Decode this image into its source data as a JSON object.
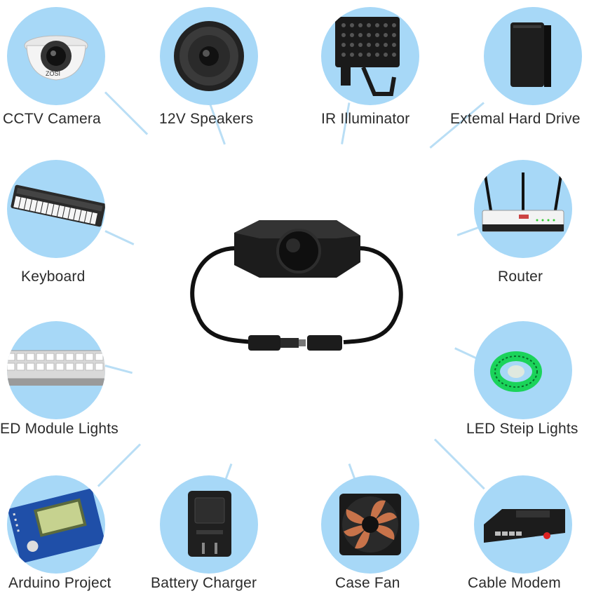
{
  "devices": [
    {
      "id": "cctv",
      "label": "CCTV Camera",
      "icon": "cctv-camera-icon"
    },
    {
      "id": "speakers",
      "label": "12V Speakers",
      "icon": "speaker-icon"
    },
    {
      "id": "ir",
      "label": "IR Illuminator",
      "icon": "ir-illuminator-icon"
    },
    {
      "id": "hdd",
      "label": "Extemal Hard Drive",
      "icon": "hard-drive-icon"
    },
    {
      "id": "keyboard",
      "label": "Keyboard",
      "icon": "keyboard-icon"
    },
    {
      "id": "router",
      "label": "Router",
      "icon": "router-icon"
    },
    {
      "id": "ledmodule",
      "label": "ED Module Lights",
      "icon": "led-module-icon"
    },
    {
      "id": "ledstrip",
      "label": "LED Steip Lights",
      "icon": "led-strip-icon"
    },
    {
      "id": "arduino",
      "label": "Arduino Project",
      "icon": "arduino-icon"
    },
    {
      "id": "charger",
      "label": "Battery Charger",
      "icon": "battery-charger-icon"
    },
    {
      "id": "fan",
      "label": "Case Fan",
      "icon": "case-fan-icon"
    },
    {
      "id": "modem",
      "label": "Cable Modem",
      "icon": "cable-modem-icon"
    }
  ],
  "camera_brand": "ZOSI",
  "colors": {
    "circle": "#a7d8f7",
    "connector": "#b9def5",
    "label": "#2b2b2b",
    "hub_body": "#1c1c1c",
    "led_green": "#1bd35a",
    "fan_blade": "#c8734a"
  }
}
